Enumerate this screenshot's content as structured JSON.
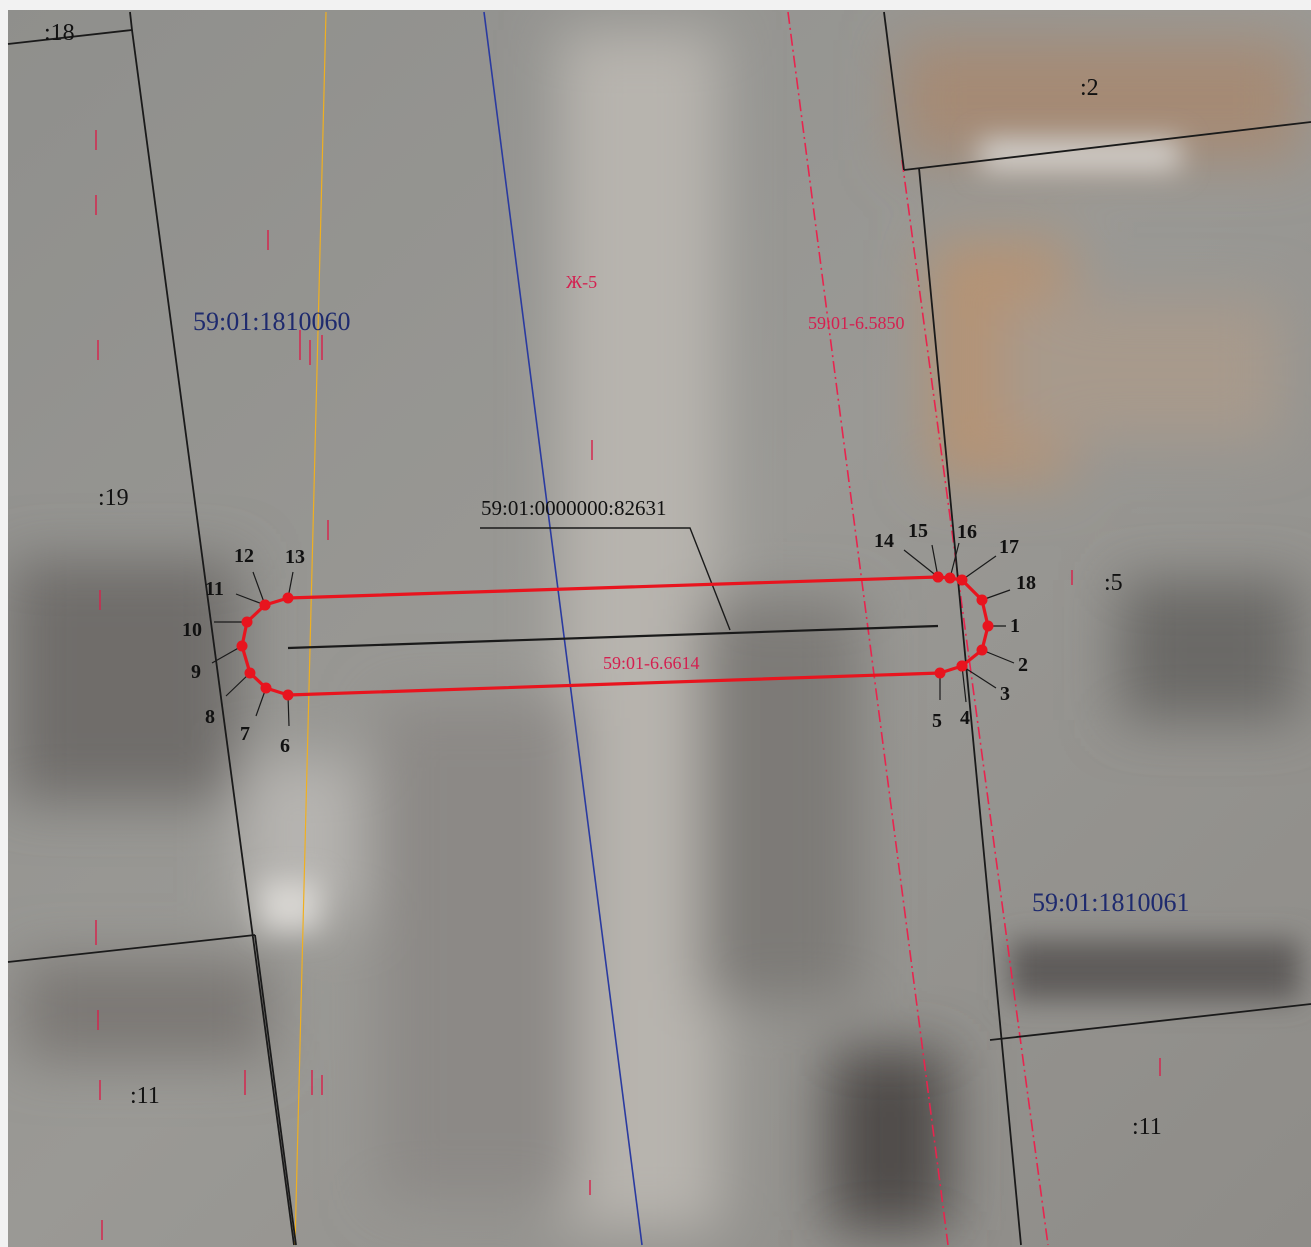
{
  "map": {
    "parcel_labels": [
      {
        "id": "block-west",
        "text": "59:01:1810060"
      },
      {
        "id": "block-east",
        "text": "59:01:1810061"
      }
    ],
    "quarter_labels": [
      {
        "id": "q18",
        "text": ":18"
      },
      {
        "id": "q2",
        "text": ":2"
      },
      {
        "id": "q19",
        "text": ":19"
      },
      {
        "id": "q5",
        "text": ":5"
      },
      {
        "id": "q11-left",
        "text": ":11"
      },
      {
        "id": "q11-right",
        "text": ":11"
      }
    ],
    "zone_labels": [
      {
        "id": "zone-zh5",
        "text": "Ж-5"
      },
      {
        "id": "zone-5850",
        "text": "59:01-6.5850"
      },
      {
        "id": "zone-6614",
        "text": "59:01-6.6614"
      }
    ],
    "cadastral_object_label": "59:01:0000000:82631",
    "boundary_points": [
      "1",
      "2",
      "3",
      "4",
      "5",
      "6",
      "7",
      "8",
      "9",
      "10",
      "11",
      "12",
      "13",
      "14",
      "15",
      "16",
      "17",
      "18"
    ],
    "colors": {
      "boundary_red": "#e8141e",
      "parcel_line": "#1a1a1a",
      "street_blue": "#2a3aa0",
      "zone_dashed": "#e8244e",
      "yellow_line": "#f0b020",
      "parcel_text": "#1e2a6e",
      "zone_text": "#d42050"
    }
  }
}
